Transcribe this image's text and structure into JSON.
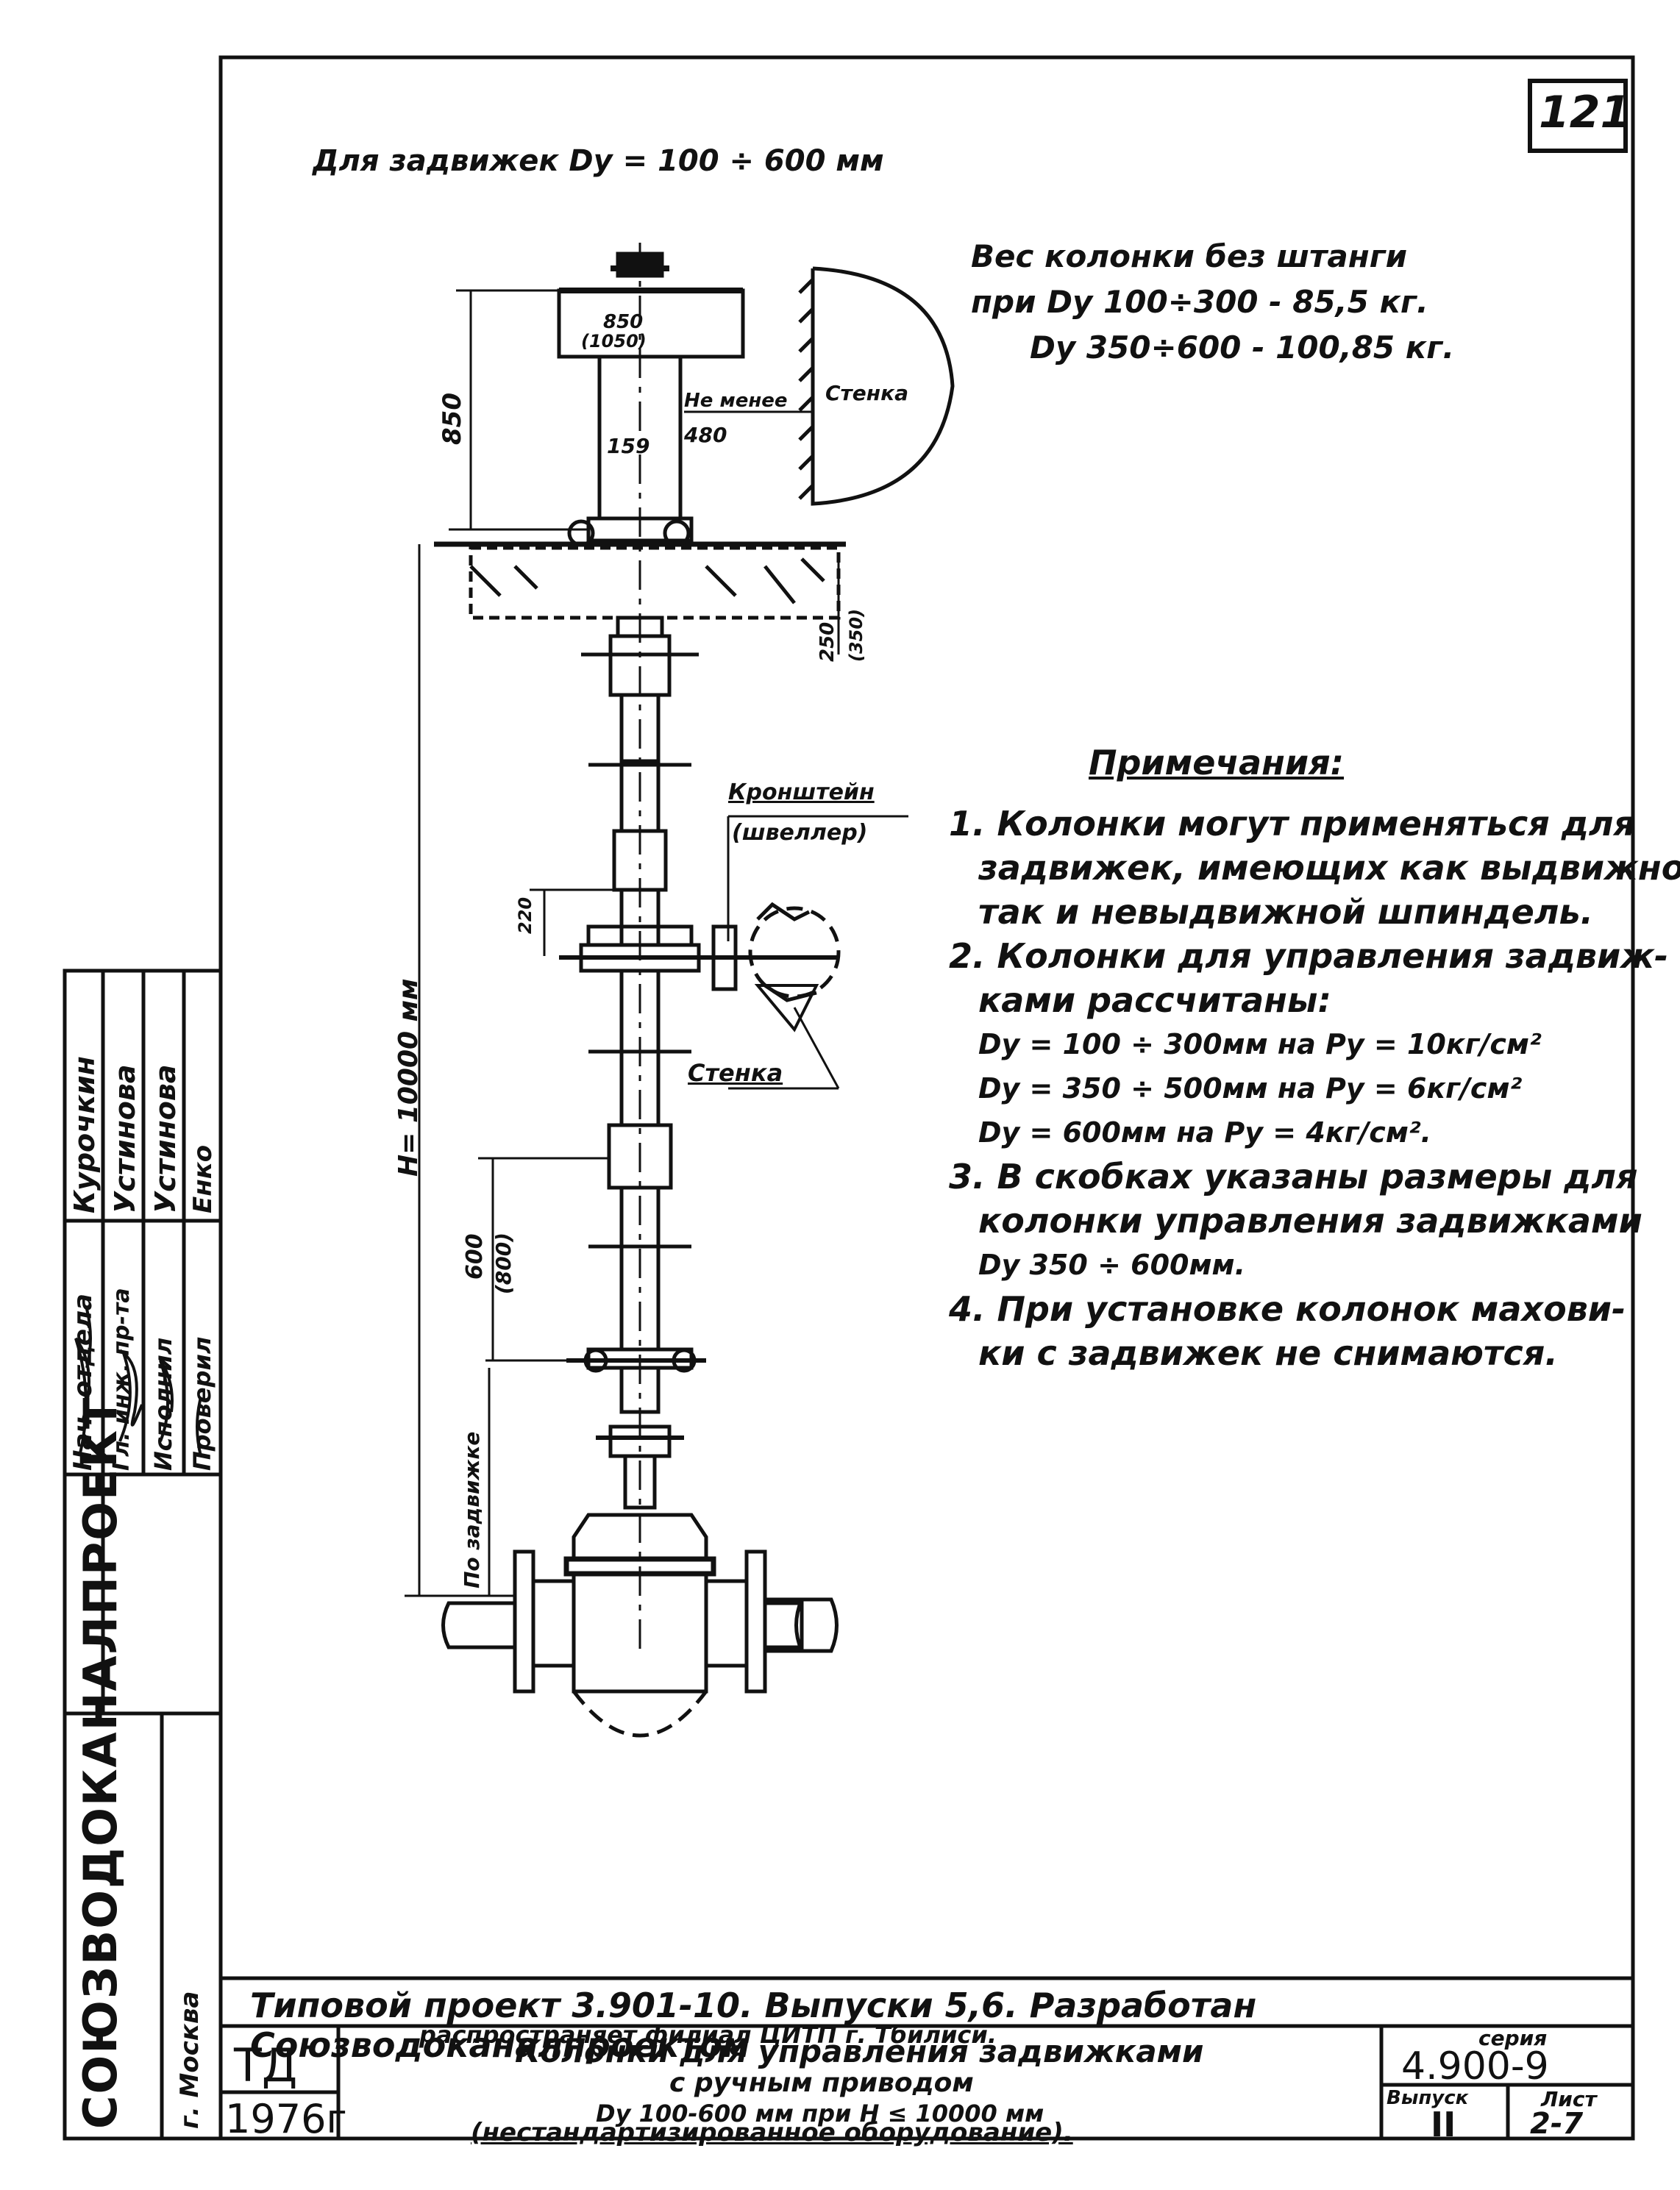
{
  "sheet_number": "121",
  "header_caption": "Для задвижек Dy = 100 ÷ 600 мм",
  "weight_note": {
    "line1": "Вес колонки без штанги",
    "line2": "при Dy 100÷300 - 85,5 кг.",
    "line3": "Dy 350÷600 - 100,85 кг."
  },
  "diagram_labels": {
    "dim_850": "850",
    "dim_850_alt": "(1050)",
    "dim_159": "159",
    "dim_480": "480",
    "not_less": "Не менее",
    "wall_top": "Стенка",
    "dim_250": "250",
    "dim_250_alt": "(350)",
    "bracket_line1": "Кронштейн",
    "bracket_line2": "(швеллер)",
    "dim_220": "220",
    "wall_bottom": "Стенка",
    "height": "H= 10000 мм",
    "dim_600": "600",
    "dim_800": "(800)",
    "to_valve": "По задвижке"
  },
  "notes": {
    "title": "Примечания:",
    "lines": [
      "1. Колонки могут применяться для",
      "задвижек, имеющих как выдвижной",
      "так и невыдвижной шпиндель.",
      "2. Колонки для управления задвиж-",
      "ками рассчитаны:",
      "Dy = 100 ÷ 300мм на Py = 10кг/см²",
      "Dy = 350 ÷ 500мм на Py = 6кг/см²",
      "Dy = 600мм на Py = 4кг/см².",
      "3. В скобках указаны размеры для",
      "колонки управления задвижками",
      "Dy 350 ÷ 600мм.",
      "4. При установке колонок махови-",
      "ки с задвижек не снимаются."
    ]
  },
  "side_stamp": {
    "roles": [
      "Нач. отдела",
      "Гл. инж. пр-та",
      "Исполнил",
      "Проверил"
    ],
    "names": [
      "Курочкин",
      "Устинова",
      "Устинова",
      "Енко"
    ],
    "org": "СОЮЗВОДОКАНАЛПРОЕКТ",
    "city": "г. Москва"
  },
  "title_block": {
    "project_line": "Типовой проект 3.901-10. Выпуски 5,6. Разработан Союзводоканалпроектом",
    "distributor_line": "распространяет филиал ЦИТП г. Тбилиси.",
    "code": "ТД",
    "year": "1976г",
    "title_line1": "Колонки для управления задвижками",
    "title_line2": "с ручным приводом",
    "title_line3": "Dy 100-600 мм при H ≤ 10000 мм",
    "title_line4": "(нестандартизированное оборудование).",
    "series_label": "серия",
    "series_value": "4.900-9",
    "issue_label": "Выпуск",
    "issue_value": "II",
    "sheet_label": "Лист",
    "sheet_value": "2-7"
  }
}
